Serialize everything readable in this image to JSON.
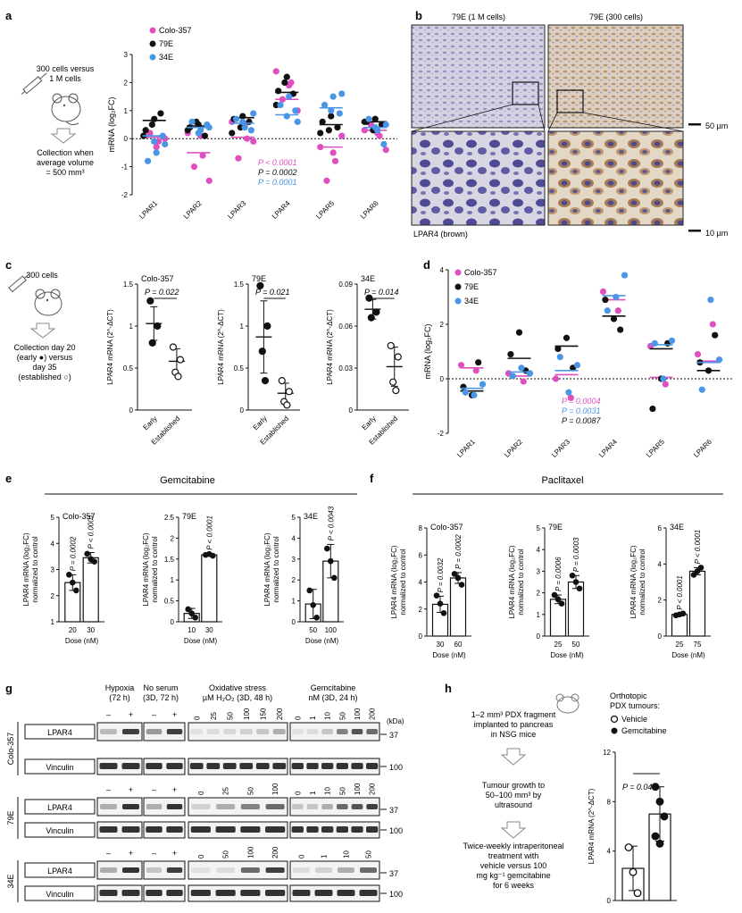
{
  "colors": {
    "colo": "#e04fc0",
    "e79": "#111111",
    "e34": "#4a96e6",
    "hist_bg_low": "#d8d3e3",
    "hist_bg_high": "#dccfc0",
    "stain_blue": "#6e6aa8",
    "stain_brown": "#9a6a3e"
  },
  "panel_a": {
    "letter": "a",
    "schematic": {
      "line1": "300 cells versus",
      "line2": "1 M cells",
      "collect1": "Collection when",
      "collect2": "average volume",
      "collect3": "= 500 mm³"
    },
    "legend": [
      "Colo-357",
      "79E",
      "34E"
    ],
    "pvals": [
      "P < 0.0001",
      "P = 0.0002",
      "P = 0.0001"
    ],
    "chart_data": {
      "type": "scatter",
      "ylabel": "mRNA (log₂FC)",
      "ylim": [
        -2,
        3
      ],
      "yticks": [
        -2,
        -1,
        0,
        1,
        2,
        3
      ],
      "categories": [
        "LPAR1",
        "LPAR2",
        "LPAR3",
        "LPAR4",
        "LPAR5",
        "LPAR6"
      ],
      "series": [
        {
          "name": "Colo-357",
          "means": [
            0.05,
            -0.5,
            0.05,
            1.4,
            -0.3,
            0.3
          ],
          "points": [
            [
              0.1,
              -0.1,
              0.2,
              0.0,
              -0.3
            ],
            [
              0.2,
              -0.6,
              -1.0,
              -1.5,
              0.1
            ],
            [
              0.6,
              0.0,
              -0.7,
              -0.1,
              0.5
            ],
            [
              2.4,
              2.0,
              1.4,
              1.0,
              1.9
            ],
            [
              -0.3,
              -0.8,
              -1.5,
              0.1,
              -0.5
            ],
            [
              0.3,
              0.1,
              0.5,
              -0.4,
              0.2
            ]
          ]
        },
        {
          "name": "79E",
          "means": [
            0.65,
            0.45,
            0.75,
            1.65,
            0.5,
            0.6
          ],
          "points": [
            [
              0.7,
              0.3,
              0.9,
              0.5,
              0.1
            ],
            [
              0.5,
              0.4,
              0.1,
              0.6,
              0.3
            ],
            [
              0.8,
              0.7,
              0.6,
              0.4,
              0.2
            ],
            [
              2.2,
              1.7,
              1.6,
              2.0,
              1.2
            ],
            [
              0.8,
              0.6,
              0.4,
              0.3,
              0.2
            ],
            [
              0.7,
              0.6,
              0.5,
              0.3,
              0.6
            ]
          ]
        },
        {
          "name": "34E",
          "means": [
            0.1,
            0.4,
            0.55,
            0.85,
            1.1,
            0.4
          ],
          "points": [
            [
              -0.2,
              -0.5,
              -0.8,
              0.1,
              -0.1
            ],
            [
              0.4,
              0.3,
              0.6,
              0.5,
              0.2
            ],
            [
              0.9,
              0.4,
              0.7,
              0.3,
              0.6
            ],
            [
              0.6,
              1.5,
              1.2,
              1.0,
              0.8
            ],
            [
              1.6,
              1.5,
              1.2,
              0.9,
              1.0
            ],
            [
              0.5,
              0.3,
              0.7,
              -0.2,
              0.4
            ]
          ]
        }
      ]
    }
  },
  "panel_b": {
    "letter": "b",
    "title_left": "79E (1 M cells)",
    "title_right": "79E (300 cells)",
    "scale_top": "50 µm",
    "scale_bottom": "10 µm",
    "caption": "LPAR4 (brown)"
  },
  "panel_c": {
    "letter": "c",
    "schematic": {
      "cells": "300 cells",
      "l1": "Collection day 20",
      "l2": "(early ●) versus",
      "l3": "day 35",
      "l4": "(established ○)"
    },
    "ylabel": "LPAR4 mRNA (2^-ΔCT)",
    "chart_data": [
      {
        "type": "scatter",
        "title": "Colo-357",
        "p": "P = 0.022",
        "categories": [
          "Early",
          "Established"
        ],
        "ylim": [
          0,
          1.5
        ],
        "yticks": [
          0,
          0.5,
          1.0,
          1.5
        ],
        "groups": [
          {
            "mean": 1.03,
            "sd": 0.2,
            "points": [
              1.3,
              1.0,
              0.8
            ]
          },
          {
            "mean": 0.58,
            "sd": 0.15,
            "points": [
              0.75,
              0.6,
              0.45,
              0.4
            ]
          }
        ]
      },
      {
        "type": "scatter",
        "title": "79E",
        "p": "P = 0.021",
        "categories": [
          "Early",
          "Established"
        ],
        "ylim": [
          0,
          1.5
        ],
        "yticks": [
          0,
          0.5,
          1.0,
          1.5
        ],
        "groups": [
          {
            "mean": 0.87,
            "sd": 0.43,
            "points": [
              1.48,
              1.0,
              0.7,
              0.35
            ]
          },
          {
            "mean": 0.2,
            "sd": 0.12,
            "points": [
              0.35,
              0.22,
              0.1,
              0.06
            ]
          }
        ]
      },
      {
        "type": "scatter",
        "title": "34E",
        "p": "P = 0.014",
        "categories": [
          "Early",
          "Established"
        ],
        "ylim": [
          0,
          0.09
        ],
        "yticks": [
          0,
          0.03,
          0.06,
          0.09
        ],
        "groups": [
          {
            "mean": 0.072,
            "sd": 0.007,
            "points": [
              0.08,
              0.07,
              0.066
            ]
          },
          {
            "mean": 0.031,
            "sd": 0.014,
            "points": [
              0.046,
              0.038,
              0.02,
              0.014
            ]
          }
        ]
      }
    ]
  },
  "panel_d": {
    "letter": "d",
    "legend": [
      "Colo-357",
      "79E",
      "34E"
    ],
    "pvals": [
      "P = 0.0004",
      "P = 0.0031",
      "P = 0.0087"
    ],
    "chart_data": {
      "type": "scatter",
      "ylabel": "mRNA (log₂FC)",
      "ylim": [
        -2,
        4
      ],
      "yticks": [
        -2,
        0,
        2,
        4
      ],
      "categories": [
        "LPAR1",
        "LPAR2",
        "LPAR3",
        "LPAR4",
        "LPAR5",
        "LPAR6"
      ],
      "series": [
        {
          "name": "Colo-357",
          "means": [
            0.4,
            0.1,
            0.15,
            2.9,
            0.05,
            0.65
          ],
          "points": [
            [
              0.5,
              0.3
            ],
            [
              0.2,
              -0.1
            ],
            [
              0.0,
              -0.7
            ],
            [
              3.2,
              2.5
            ],
            [
              1.2,
              -0.2
            ],
            [
              0.9,
              2.0
            ]
          ]
        },
        {
          "name": "79E",
          "means": [
            -0.45,
            0.75,
            1.2,
            2.3,
            1.1,
            0.3
          ],
          "points": [
            [
              -0.6,
              -0.3,
              0.6
            ],
            [
              1.7,
              0.9,
              0.3
            ],
            [
              1.5,
              1.1,
              0.4
            ],
            [
              2.2,
              2.9,
              1.8
            ],
            [
              0.0,
              -1.1,
              1.3
            ],
            [
              0.3,
              0.6,
              1.6
            ]
          ]
        },
        {
          "name": "34E",
          "means": [
            -0.35,
            0.25,
            0.3,
            3.05,
            1.25,
            0.6
          ],
          "points": [
            [
              -0.2,
              -0.6,
              -0.5
            ],
            [
              0.2,
              0.4,
              0.1
            ],
            [
              0.5,
              -0.5,
              0.8
            ],
            [
              3.8,
              3.0,
              2.5
            ],
            [
              1.4,
              0.0,
              1.3
            ],
            [
              0.7,
              2.9,
              -0.4
            ]
          ]
        }
      ]
    }
  },
  "panel_e": {
    "letter": "e",
    "header": "Gemcitabine",
    "ylabel1": "LPAR4 mRNA (log₂FC)",
    "ylabel2": "normalized to control",
    "xlabel": "Dose (nM)",
    "chart_data": [
      {
        "type": "bar",
        "title": "Colo-357",
        "categories": [
          "20",
          "30"
        ],
        "values": [
          2.5,
          3.45
        ],
        "errors": [
          0.3,
          0.2
        ],
        "points": [
          [
            2.8,
            2.5,
            2.2
          ],
          [
            3.6,
            3.4,
            3.3
          ]
        ],
        "ylim": [
          1,
          5
        ],
        "yticks": [
          1,
          2,
          3,
          4,
          5
        ],
        "pvals": [
          "P = 0.0002",
          "P < 0.0001"
        ]
      },
      {
        "type": "bar",
        "title": "79E",
        "categories": [
          "10",
          "30"
        ],
        "values": [
          0.2,
          1.6
        ],
        "errors": [
          0.12,
          0.03
        ],
        "points": [
          [
            0.3,
            0.2,
            0.1
          ],
          [
            1.6,
            1.62,
            1.58
          ]
        ],
        "ylim": [
          0,
          2.5
        ],
        "yticks": [
          0,
          0.5,
          1.0,
          1.5,
          2.0,
          2.5
        ],
        "pvals": [
          "",
          "P < 0.0001"
        ]
      },
      {
        "type": "bar",
        "title": "34E",
        "categories": [
          "50",
          "100"
        ],
        "values": [
          0.85,
          2.9
        ],
        "errors": [
          0.7,
          0.8
        ],
        "points": [
          [
            1.5,
            0.8,
            0.2
          ],
          [
            3.5,
            2.9,
            2.1
          ]
        ],
        "ylim": [
          0,
          5
        ],
        "yticks": [
          0,
          1,
          2,
          3,
          4,
          5
        ],
        "pvals": [
          "",
          "P < 0.0043"
        ]
      }
    ]
  },
  "panel_f": {
    "letter": "f",
    "header": "Paclitaxel",
    "ylabel1": "LPAR4 mRNA (log₂FC)",
    "ylabel2": "normalized to control",
    "xlabel": "Dose (nM)",
    "chart_data": [
      {
        "type": "bar",
        "title": "Colo-357",
        "categories": [
          "30",
          "60"
        ],
        "values": [
          2.35,
          4.3
        ],
        "errors": [
          0.6,
          0.4
        ],
        "points": [
          [
            3.0,
            2.4,
            1.7
          ],
          [
            4.6,
            4.3,
            3.8
          ]
        ],
        "ylim": [
          0,
          8
        ],
        "yticks": [
          0,
          2,
          4,
          6,
          8
        ],
        "pvals": [
          "P = 0.0032",
          "P = 0.0002"
        ]
      },
      {
        "type": "bar",
        "title": "79E",
        "categories": [
          "25",
          "50"
        ],
        "values": [
          1.7,
          2.5
        ],
        "errors": [
          0.2,
          0.3
        ],
        "points": [
          [
            1.9,
            1.7,
            1.5
          ],
          [
            2.8,
            2.5,
            2.2
          ]
        ],
        "ylim": [
          0,
          5
        ],
        "yticks": [
          0,
          1,
          2,
          3,
          4,
          5
        ],
        "pvals": [
          "P = 0.0006",
          "P = 0.0003"
        ]
      },
      {
        "type": "bar",
        "title": "34E",
        "categories": [
          "25",
          "75"
        ],
        "values": [
          1.2,
          3.6
        ],
        "errors": [
          0.05,
          0.2
        ],
        "points": [
          [
            1.15,
            1.2,
            1.25
          ],
          [
            3.4,
            3.6,
            3.8
          ]
        ],
        "ylim": [
          0,
          6
        ],
        "yticks": [
          0,
          2,
          4,
          6
        ],
        "pvals": [
          "P < 0.0001",
          "P < 0.0001"
        ]
      }
    ]
  },
  "panel_g": {
    "letter": "g",
    "headers": [
      {
        "l1": "Hypoxia",
        "l2": "(72 h)"
      },
      {
        "l1": "No serum",
        "l2": "(3D, 72 h)"
      },
      {
        "l1": "Oxidative stress",
        "l2": "µM H₂O₂ (3D, 48 h)"
      },
      {
        "l1": "Gemcitabine",
        "l2": "nM (3D, 24 h)"
      }
    ],
    "kda": "(kDa)",
    "mw_top": "37",
    "mw_bottom": "100",
    "lpar4": "LPAR4",
    "vinculin": "Vinculin",
    "minus": "–",
    "plus": "+",
    "rows": [
      {
        "name": "Colo-357",
        "ox": [
          "0",
          "25",
          "50",
          "100",
          "150",
          "200"
        ],
        "gem": [
          "0",
          "1",
          "10",
          "50",
          "100",
          "200"
        ],
        "intensity": {
          "hyp": [
            0.25,
            0.8
          ],
          "ser": [
            0.4,
            0.8
          ],
          "ox": [
            0.05,
            0.1,
            0.12,
            0.15,
            0.2,
            0.3
          ],
          "gem": [
            0.05,
            0.1,
            0.2,
            0.5,
            0.7,
            0.6
          ]
        }
      },
      {
        "name": "79E",
        "ox": [
          "0",
          "25",
          "50",
          "100"
        ],
        "gem": [
          "0",
          "1",
          "10",
          "50",
          "100",
          "200"
        ],
        "intensity": {
          "hyp": [
            0.3,
            0.85
          ],
          "ser": [
            0.3,
            0.85
          ],
          "ox": [
            0.15,
            0.3,
            0.5,
            0.6
          ],
          "gem": [
            0.2,
            0.2,
            0.3,
            0.6,
            0.7,
            0.8
          ]
        }
      },
      {
        "name": "34E",
        "ox": [
          "0",
          "50",
          "100",
          "200"
        ],
        "gem": [
          "0",
          "1",
          "10",
          "50"
        ],
        "intensity": {
          "hyp": [
            0.3,
            0.85
          ],
          "ser": [
            0.2,
            0.8
          ],
          "ox": [
            0.05,
            0.1,
            0.6,
            0.8
          ],
          "gem": [
            0.1,
            0.15,
            0.3,
            0.6
          ]
        }
      }
    ]
  },
  "panel_h": {
    "letter": "h",
    "flow": [
      "1–2 mm³ PDX fragment",
      "implanted to pancreas",
      "in NSG mice",
      "Tumour growth to",
      "50–100 mm³ by",
      "ultrasound",
      "Twice-weekly intraperitoneal",
      "treatment with",
      "vehicle versus 100",
      "mg kg⁻¹ gemcitabine",
      "for 6 weeks"
    ],
    "legend_title1": "Orthotopic",
    "legend_title2": "PDX tumours:",
    "legend_vehicle": "Vehicle",
    "legend_gem": "Gemcitabine",
    "p": "P = 0.04",
    "chart_data": {
      "type": "bar",
      "ylabel": "LPAR4 mRNA (2^-ΔCT)",
      "categories": [
        "Vehicle",
        "Gemcitabine"
      ],
      "values": [
        2.6,
        7.0
      ],
      "errors": [
        1.8,
        2.2
      ],
      "points": [
        [
          4.3,
          2.3,
          0.6
        ],
        [
          9.2,
          8.0,
          6.8,
          5.2,
          4.6
        ]
      ],
      "ylim": [
        0,
        12
      ],
      "yticks": [
        0,
        4,
        8,
        12
      ]
    }
  }
}
